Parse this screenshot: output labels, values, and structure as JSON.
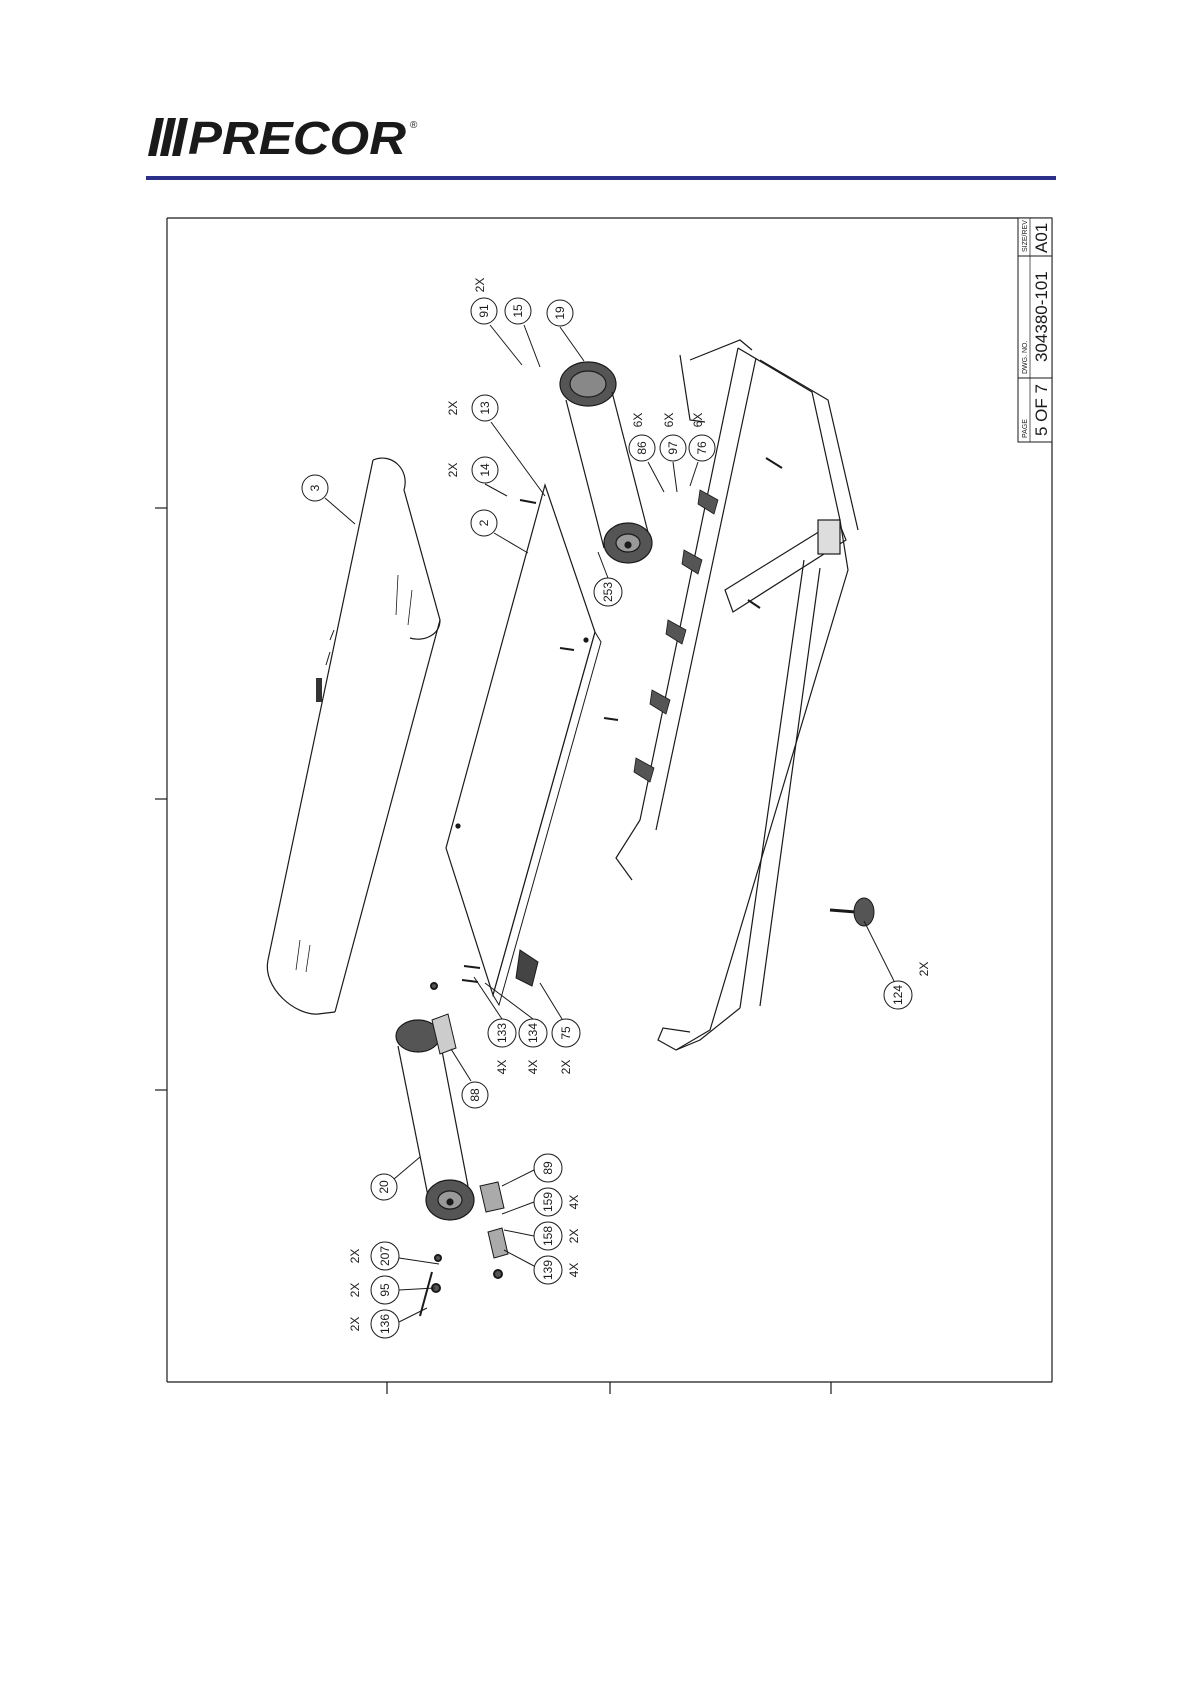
{
  "brand": {
    "name": "PRECOR",
    "mark": "®",
    "rule_color": "#2b2f8a",
    "logo_color": "#1a1a1a"
  },
  "title_block": {
    "page_label": "PAGE",
    "page_value": "5 OF 7",
    "dwg_label": "DWG. NO.",
    "dwg_value": "304380-101",
    "rev_label": "SIZE/REV",
    "rev_value": "A01"
  },
  "callouts": [
    {
      "id": "c91",
      "label": "91",
      "qty": "2X"
    },
    {
      "id": "c15",
      "label": "15",
      "qty": ""
    },
    {
      "id": "c19",
      "label": "19",
      "qty": ""
    },
    {
      "id": "c13",
      "label": "13",
      "qty": "2X"
    },
    {
      "id": "c14",
      "label": "14",
      "qty": "2X"
    },
    {
      "id": "c3",
      "label": "3",
      "qty": ""
    },
    {
      "id": "c2",
      "label": "2",
      "qty": ""
    },
    {
      "id": "c86",
      "label": "86",
      "qty": "6X"
    },
    {
      "id": "c97",
      "label": "97",
      "qty": "6X"
    },
    {
      "id": "c76",
      "label": "76",
      "qty": "6X"
    },
    {
      "id": "c253",
      "label": "253",
      "qty": ""
    },
    {
      "id": "c133",
      "label": "133",
      "qty": "4X"
    },
    {
      "id": "c134",
      "label": "134",
      "qty": "4X"
    },
    {
      "id": "c75",
      "label": "75",
      "qty": "2X"
    },
    {
      "id": "c88",
      "label": "88",
      "qty": ""
    },
    {
      "id": "c124",
      "label": "124",
      "qty": "2X"
    },
    {
      "id": "c20",
      "label": "20",
      "qty": ""
    },
    {
      "id": "c89",
      "label": "89",
      "qty": ""
    },
    {
      "id": "c159",
      "label": "159",
      "qty": "4X"
    },
    {
      "id": "c158",
      "label": "158",
      "qty": "2X"
    },
    {
      "id": "c139",
      "label": "139",
      "qty": "4X"
    },
    {
      "id": "c207",
      "label": "207",
      "qty": "2X"
    },
    {
      "id": "c95",
      "label": "95",
      "qty": "2X"
    },
    {
      "id": "c136",
      "label": "136",
      "qty": "2X"
    }
  ]
}
